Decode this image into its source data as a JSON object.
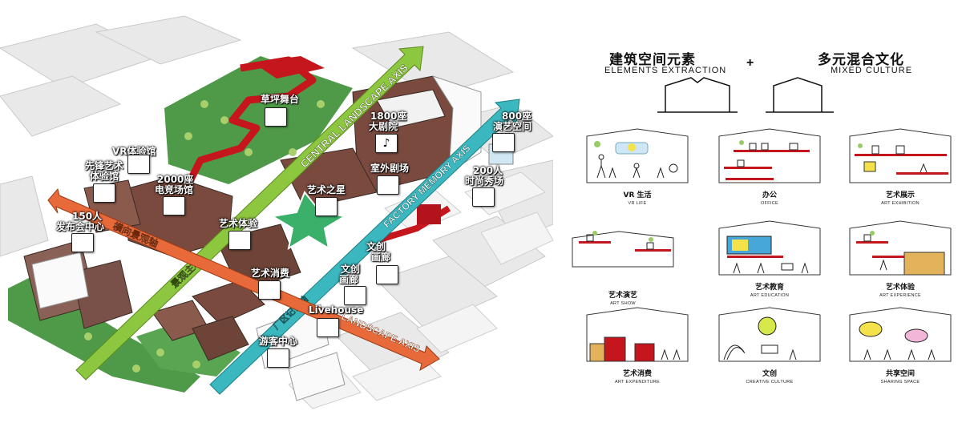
{
  "map": {
    "axes": {
      "central": "CENTRAL LANDSCAPE AXIS",
      "factory": "FACTORY MEMORY AXIS",
      "landscape": "LANDSCAPE AXIS",
      "horizontal_cn": "横向景观轴",
      "main_cn": "景观主轴",
      "factory_cn": "厂区记忆轴"
    },
    "labels": {
      "lawn_stage": "草坪舞台",
      "theater1800_a": "1800座",
      "theater1800_b": "大剧院",
      "outdoor_theater": "室外剧场",
      "art_star": "艺术之星",
      "show800_a": "800座",
      "show800_b": "演艺空间",
      "fashion200_a": "200人",
      "fashion200_b": "时尚秀场",
      "vr": "VR体验馆",
      "pioneer_a": "先锋艺术",
      "pioneer_b": "体验馆",
      "esports_a": "2000座",
      "esports_b": "电竞场馆",
      "launch_a": "150人",
      "launch_b": "发布会中心",
      "art_exp": "艺术体验",
      "art_consume": "艺术消费",
      "creative_a": "文创",
      "creative_b": "画廊",
      "creative2_a": "文创",
      "creative2_b": "画廊",
      "livehouse": "Livehouse",
      "visitor": "游客中心"
    },
    "colors": {
      "green_axis": "#8dc63f",
      "cyan_axis": "#3bb8bf",
      "orange_axis": "#e8693a",
      "lawn": "#4f9a48",
      "red": "#c4161c",
      "roof_brown": "#7a4a3e"
    }
  },
  "panel": {
    "title_left_cn": "建筑空间元素",
    "title_left_en": "ELEMENTS EXTRACTION",
    "plus": "+",
    "title_right_cn": "多元混合文化",
    "title_right_en": "MIXED CULTURE",
    "cells": [
      {
        "cn": "VR 生活",
        "en": "VR LIFE",
        "icon": "vr-life-illustration"
      },
      {
        "cn": "办公",
        "en": "OFFICE",
        "icon": "office-illustration"
      },
      {
        "cn": "艺术展示",
        "en": "ART EXHIBITION",
        "icon": "art-exhibition-illustration"
      },
      {
        "cn": "艺术演艺",
        "en": "ART SHOW",
        "icon": "art-show-illustration"
      },
      {
        "cn": "艺术教育",
        "en": "ART EDUCATION",
        "icon": "art-education-illustration"
      },
      {
        "cn": "艺术体验",
        "en": "ART EXPERIENCE",
        "icon": "art-experience-illustration"
      },
      {
        "cn": "艺术消费",
        "en": "ART EXPENDITURE",
        "icon": "art-expenditure-illustration"
      },
      {
        "cn": "文创",
        "en": "CREATIVE CULTURE",
        "icon": "creative-culture-illustration"
      },
      {
        "cn": "共享空间",
        "en": "SHARING SPACE",
        "icon": "sharing-space-illustration"
      }
    ]
  }
}
